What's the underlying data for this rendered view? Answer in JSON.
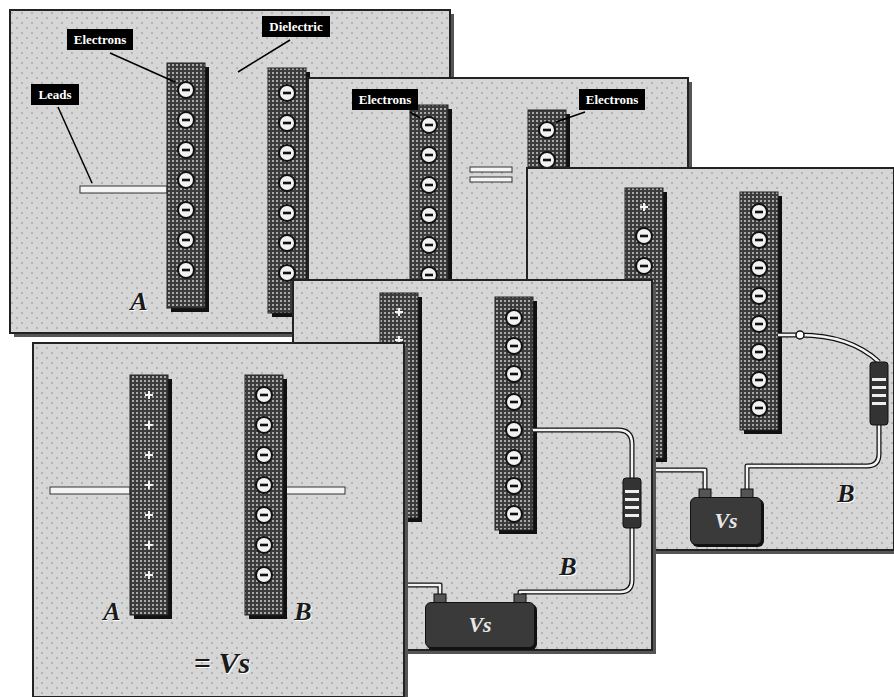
{
  "diagram": {
    "nodes": [
      {
        "text": [
          "Electrons"
        ]
      },
      {
        "text": [
          "Dielectric"
        ]
      },
      {
        "text": [
          "Leads"
        ]
      },
      {
        "text": [
          "Electrons"
        ]
      },
      {
        "text": [
          "Electrons"
        ]
      },
      {
        "text": [
          "Vs"
        ]
      },
      {
        "text": [
          "Vs"
        ]
      }
    ],
    "labels": [
      "A",
      "B",
      "B",
      "A",
      "B",
      "= Vs"
    ]
  }
}
